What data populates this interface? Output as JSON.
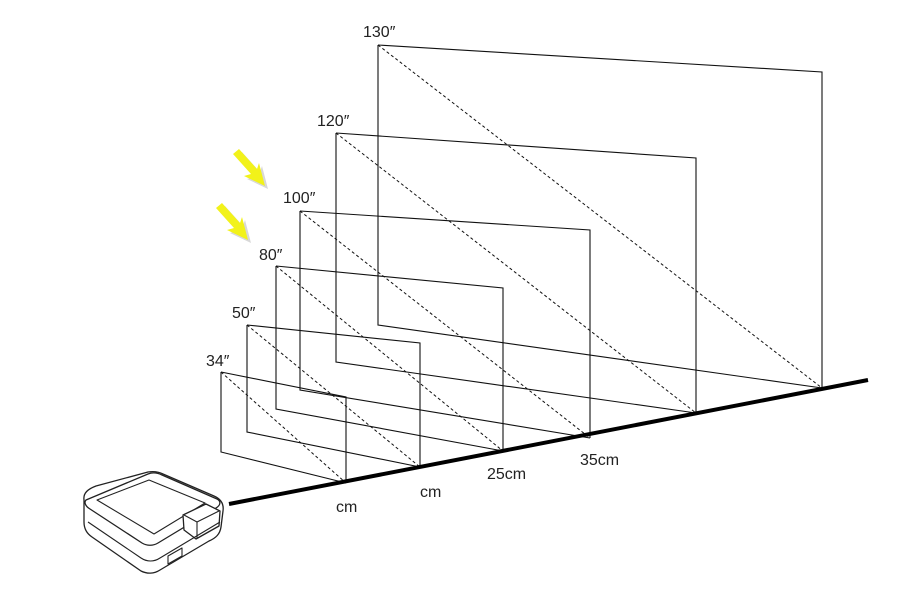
{
  "diagram": {
    "screen_sizes": [
      "34″",
      "50″",
      "80″",
      "100″",
      "120″",
      "130″"
    ],
    "distance_labels": [
      "cm",
      "cm",
      "25cm",
      "35cm"
    ],
    "highlighted_sizes": [
      "100″",
      "80″"
    ],
    "colors": {
      "line": "#111111",
      "floor": "#000000",
      "arrow_highlight": "#f2f21a",
      "arrow_shadow": "#b5b5b5"
    },
    "icons": [
      "projector-icon",
      "highlight-arrow-icon"
    ]
  }
}
